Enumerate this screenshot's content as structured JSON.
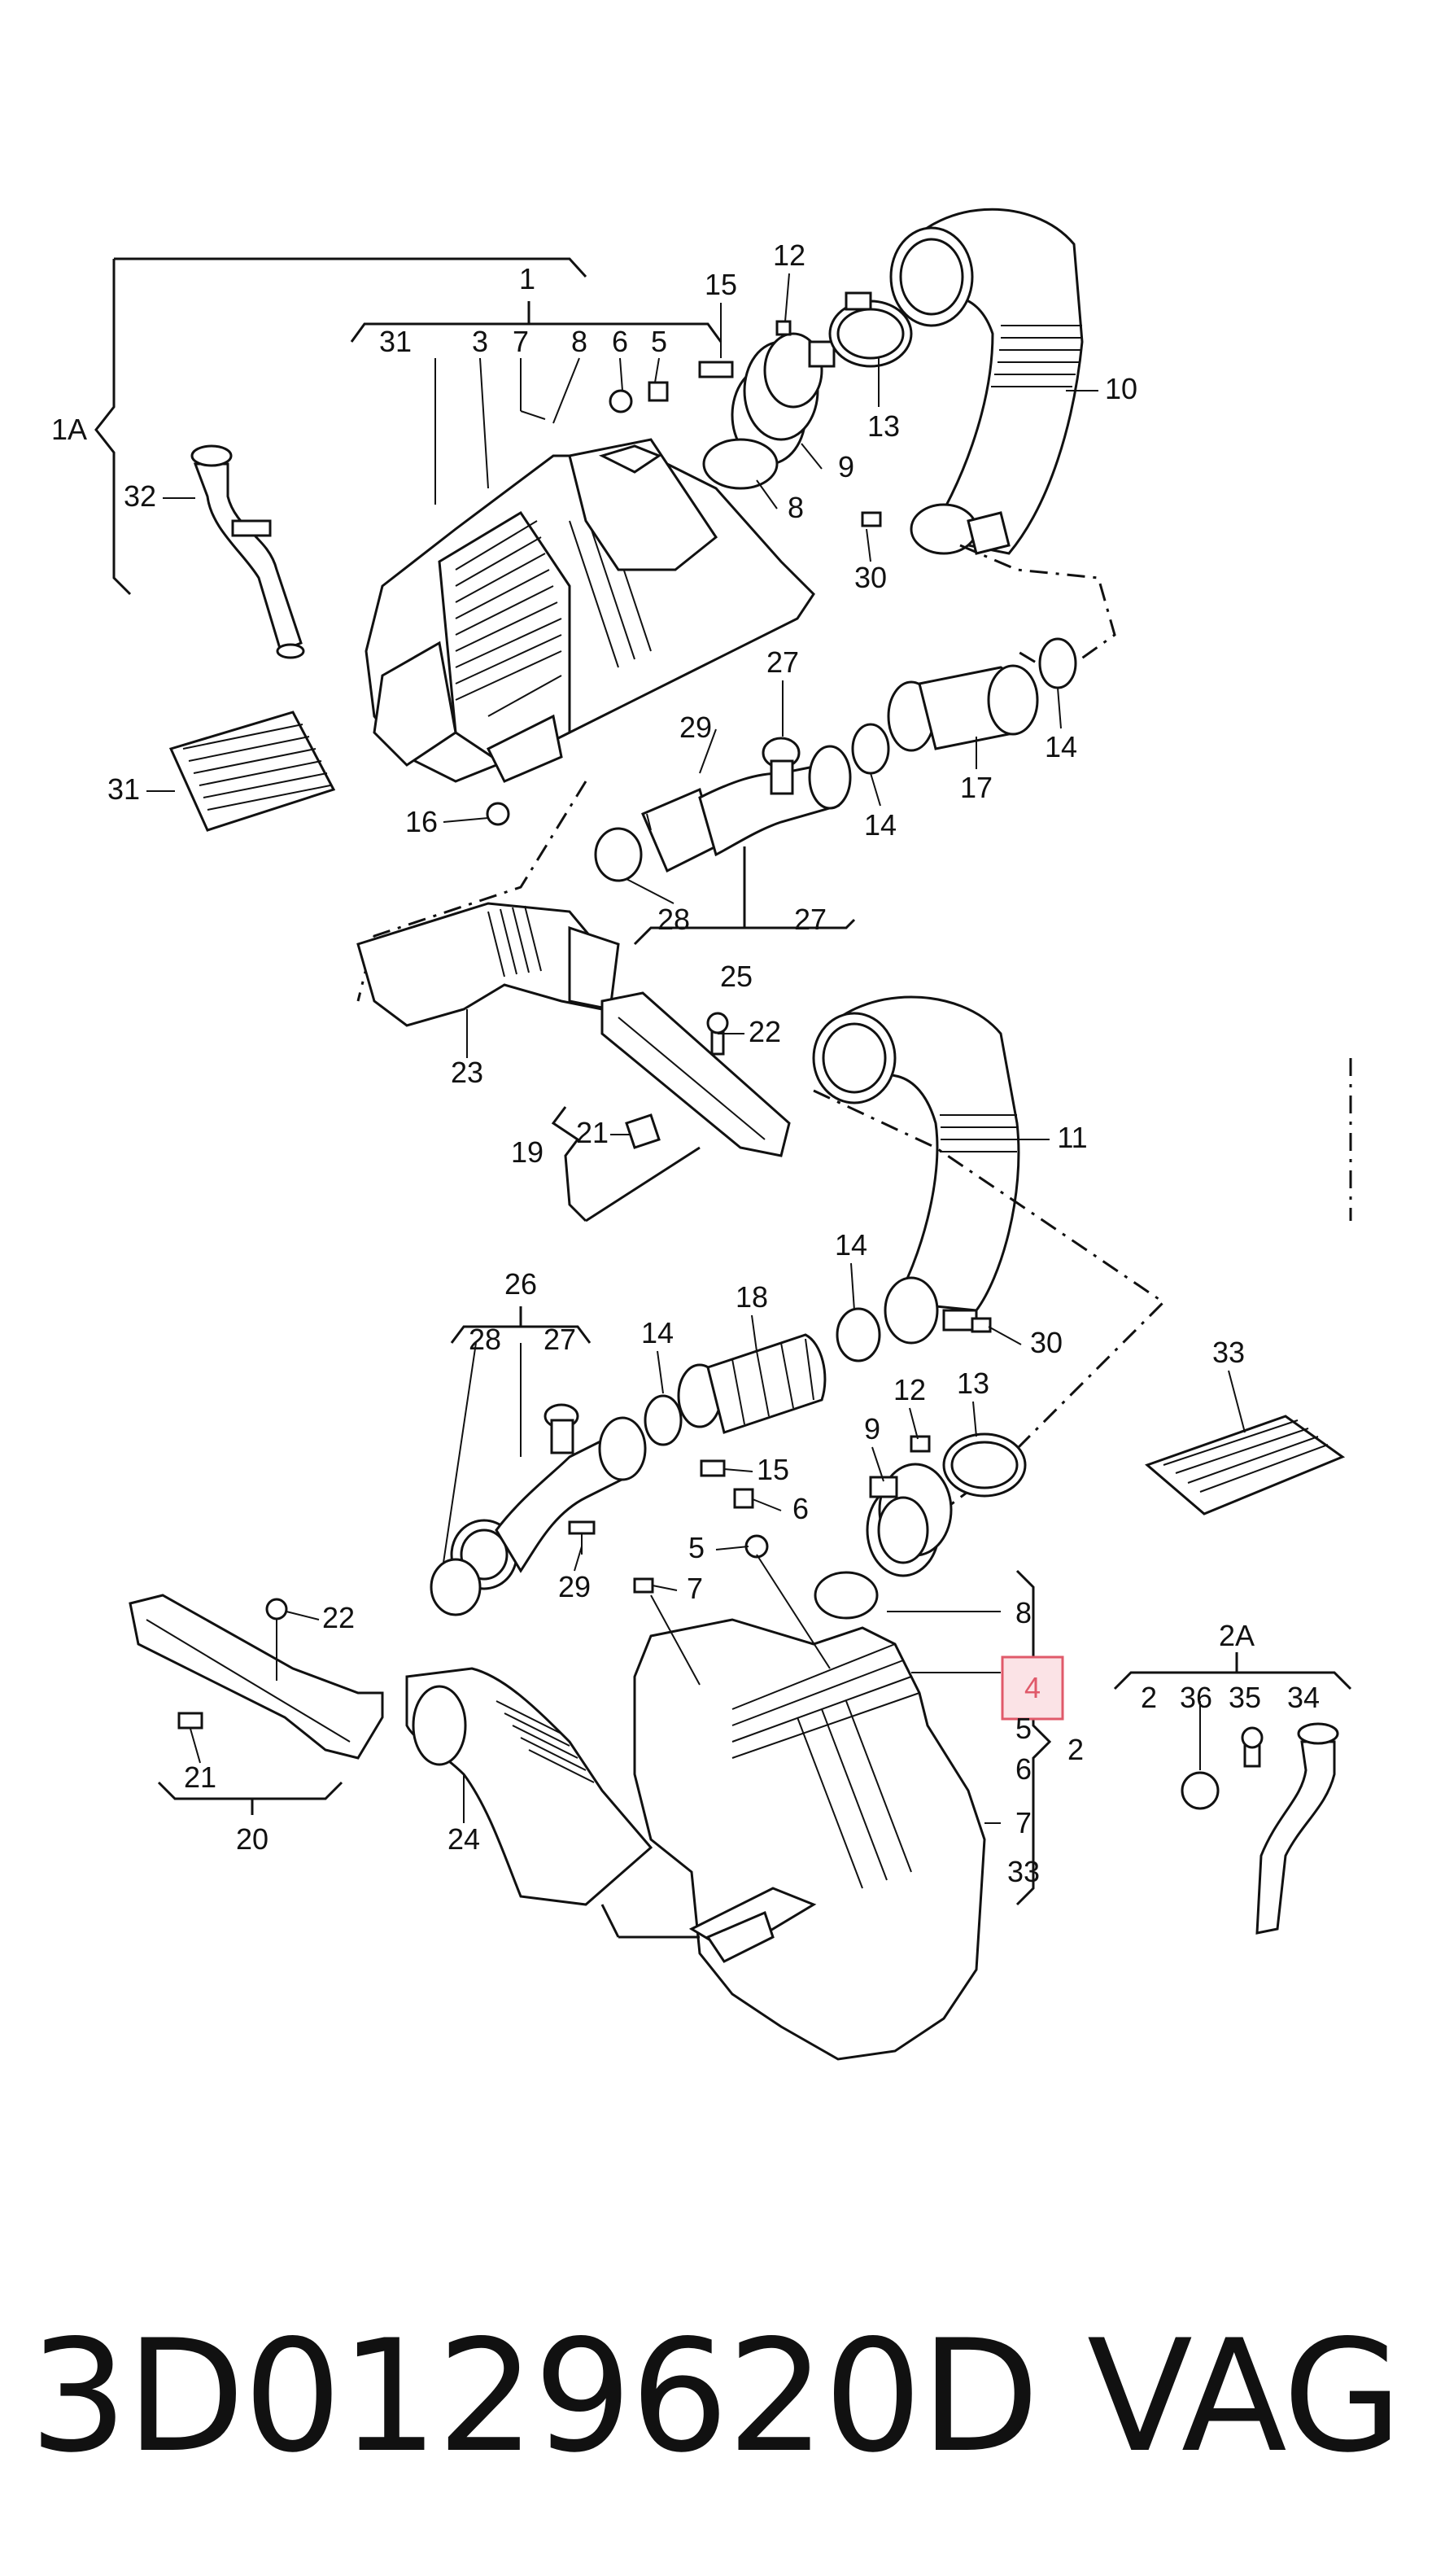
{
  "footer": {
    "part_number": "3D0129620D",
    "brand": "VAG"
  },
  "highlight": {
    "label": "4"
  },
  "callouts": {
    "c1": "1",
    "c1A": "1A",
    "c31a": "31",
    "c3a": "3",
    "c7a": "7",
    "c8a": "8",
    "c6a": "6",
    "c5a": "5",
    "c15a": "15",
    "c12a": "12",
    "c13a": "13",
    "c9a": "9",
    "c8b": "8",
    "c10": "10",
    "c30a": "30",
    "c32": "32",
    "c31b": "31",
    "c16": "16",
    "c29a": "29",
    "c27a": "27",
    "c14a": "14",
    "c17": "17",
    "c14b": "14",
    "c28a": "28",
    "c27b": "27",
    "c25": "25",
    "c22a": "22",
    "c23": "23",
    "c21a": "21",
    "c19": "19",
    "c11": "11",
    "c26": "26",
    "c28b": "28",
    "c27c": "27",
    "c14c": "14",
    "c18": "18",
    "c14d": "14",
    "c30b": "30",
    "c33a": "33",
    "c12b": "12",
    "c13b": "13",
    "c9b": "9",
    "c15b": "15",
    "c6b": "6",
    "c5b": "5",
    "c7b": "7",
    "c29b": "29",
    "c22b": "22",
    "c21b": "21",
    "c20": "20",
    "c24": "24",
    "c8c": "8",
    "c5c": "5",
    "c6c": "6",
    "c7c": "7",
    "c33b": "33",
    "c2a": "2",
    "c2A": "2A",
    "c2b": "2",
    "c36": "36",
    "c35": "35",
    "c34": "34"
  }
}
